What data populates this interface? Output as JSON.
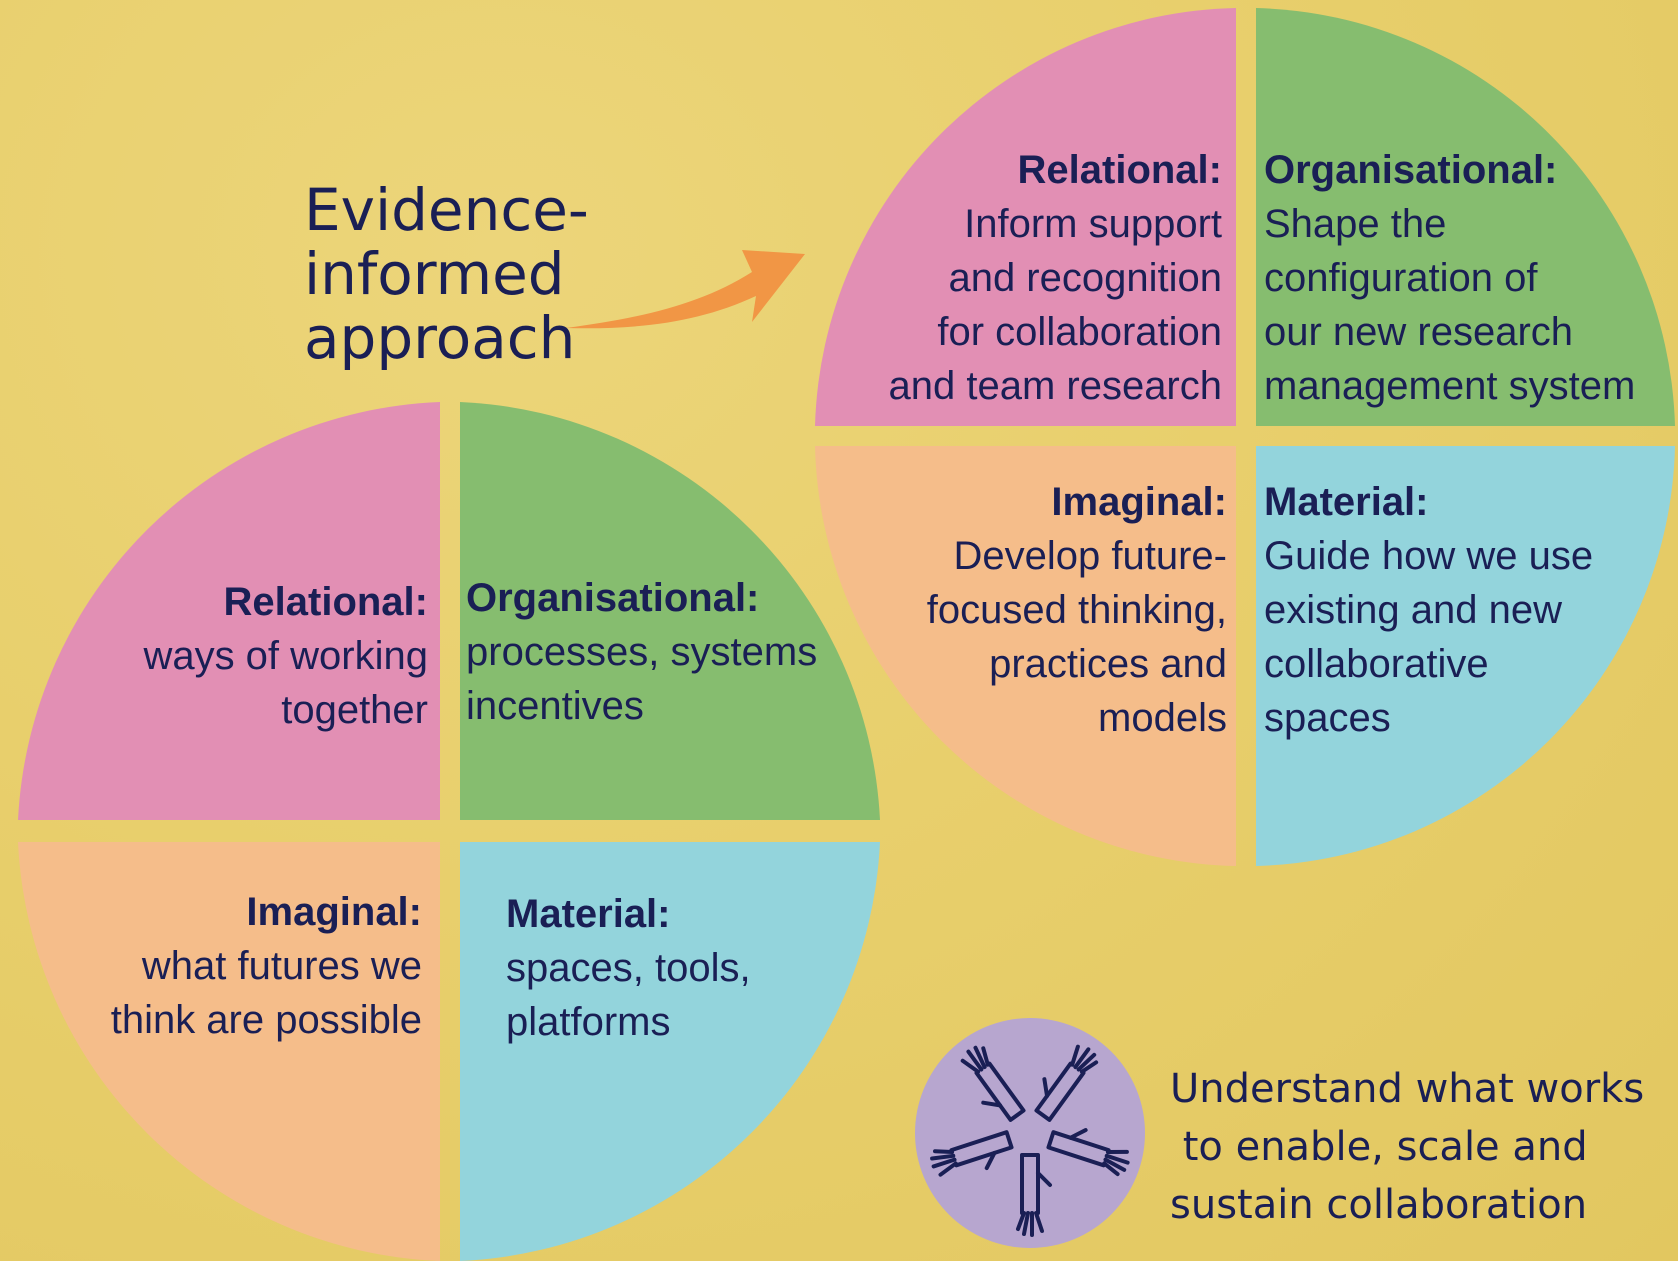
{
  "evidence_label": {
    "lines": [
      "Evidence-",
      "informed",
      "approach"
    ]
  },
  "colors": {
    "relational": "#e28fb4",
    "organisational": "#86bd6f",
    "imaginal": "#f5bd8a",
    "material": "#93d4dc",
    "arrow": "#f19645",
    "hands_circle": "#b7a6cf",
    "text": "#1a1f55"
  },
  "lower_diagram": {
    "relational": {
      "heading": "Relational:",
      "lines": [
        "ways of working",
        "together"
      ]
    },
    "organisational": {
      "heading": "Organisational:",
      "lines": [
        "processes, systems",
        "incentives"
      ]
    },
    "imaginal": {
      "heading": "Imaginal:",
      "lines": [
        "what futures we",
        "think are possible"
      ]
    },
    "material": {
      "heading": "Material:",
      "lines": [
        "spaces, tools,",
        "platforms"
      ]
    }
  },
  "upper_diagram": {
    "relational": {
      "heading": "Relational:",
      "lines": [
        "Inform support",
        "and recognition",
        "for collaboration",
        "and team research"
      ]
    },
    "organisational": {
      "heading": "Organisational:",
      "lines": [
        "Shape the",
        "configuration of",
        "our new research",
        "management system"
      ]
    },
    "imaginal": {
      "heading": "Imaginal:",
      "lines": [
        "Develop future-",
        "focused thinking,",
        "practices and",
        "models"
      ]
    },
    "material": {
      "heading": "Material:",
      "lines": [
        "Guide how we use",
        "existing and new",
        "collaborative",
        "spaces"
      ]
    }
  },
  "understand_label": {
    "lines": [
      "Understand what works",
      " to enable, scale and",
      "sustain collaboration"
    ]
  },
  "icons": {
    "arrow": "curved-arrow-icon",
    "hands": "hands-circle-icon"
  }
}
